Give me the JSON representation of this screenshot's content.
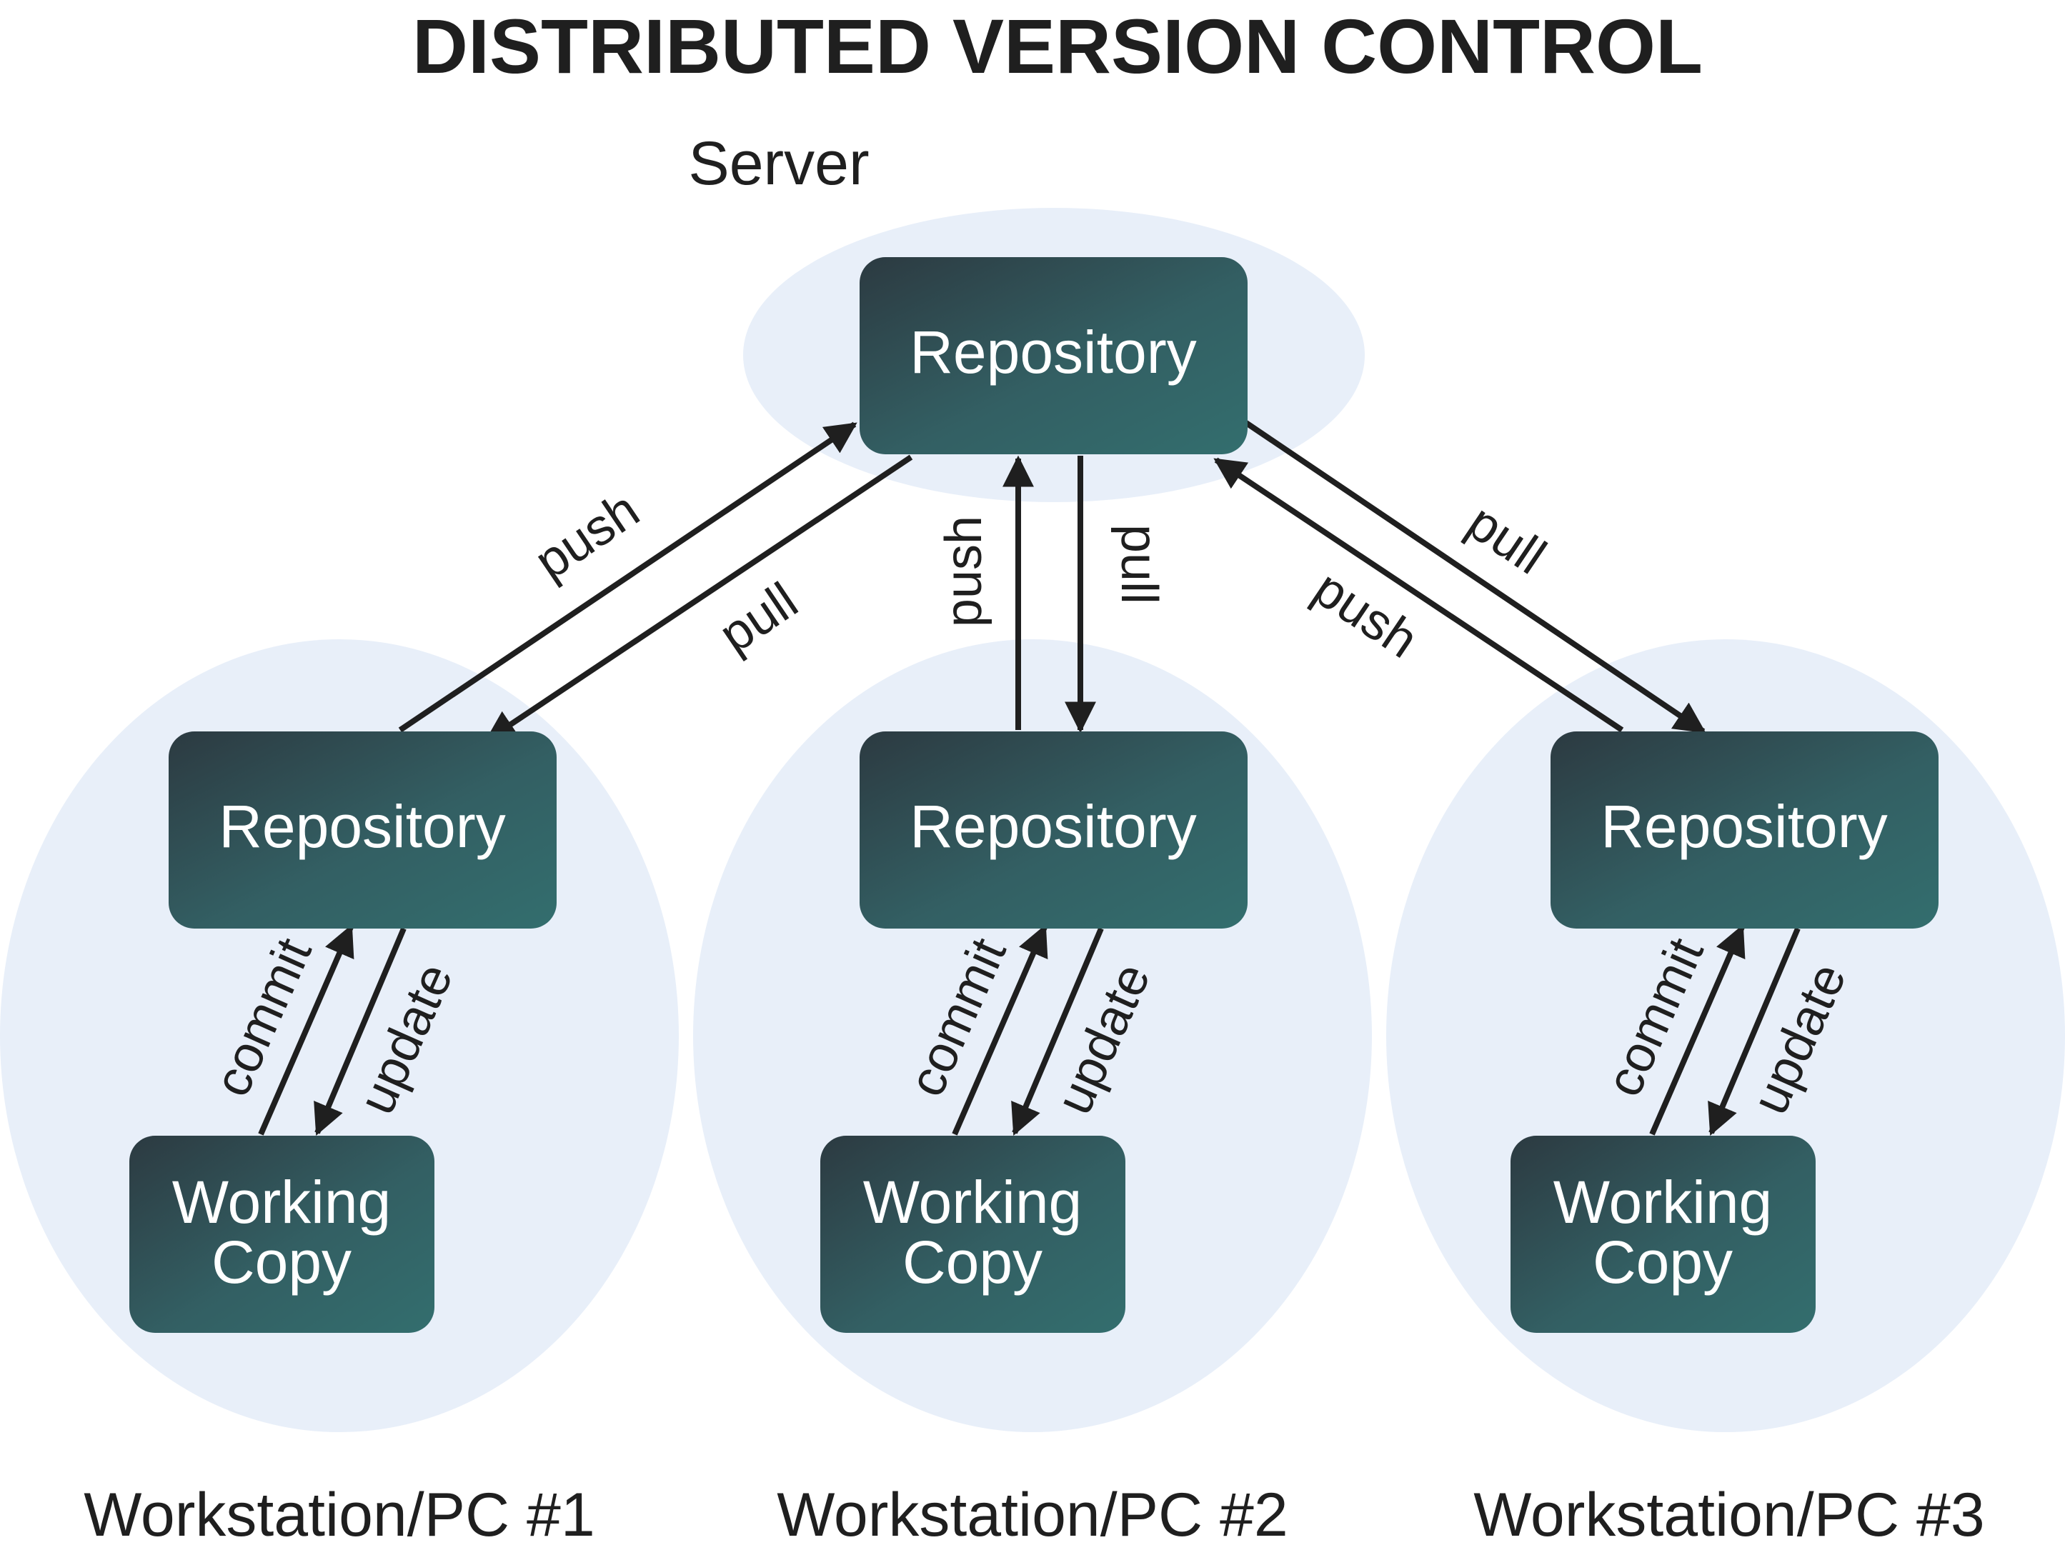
{
  "title": "DISTRIBUTED VERSION CONTROL",
  "server": {
    "label": "Server",
    "repository": "Repository"
  },
  "workstations": [
    {
      "label": "Workstation/PC #1",
      "repository": "Repository",
      "working_copy": [
        "Working",
        "Copy"
      ],
      "commit_label": "commit",
      "update_label": "update"
    },
    {
      "label": "Workstation/PC #2",
      "repository": "Repository",
      "working_copy": [
        "Working",
        "Copy"
      ],
      "commit_label": "commit",
      "update_label": "update"
    },
    {
      "label": "Workstation/PC #3",
      "repository": "Repository",
      "working_copy": [
        "Working",
        "Copy"
      ],
      "commit_label": "commit",
      "update_label": "update"
    }
  ],
  "links": [
    {
      "push_label": "push",
      "pull_label": "pull"
    },
    {
      "push_label": "push",
      "pull_label": "pull"
    },
    {
      "push_label": "push",
      "pull_label": "pull"
    }
  ],
  "colors": {
    "region": "#e8eff9",
    "box_dark": "#2c3a41",
    "box_light": "#336e6e",
    "arrow": "#1f1f1f",
    "text": "#1f1f1f"
  }
}
